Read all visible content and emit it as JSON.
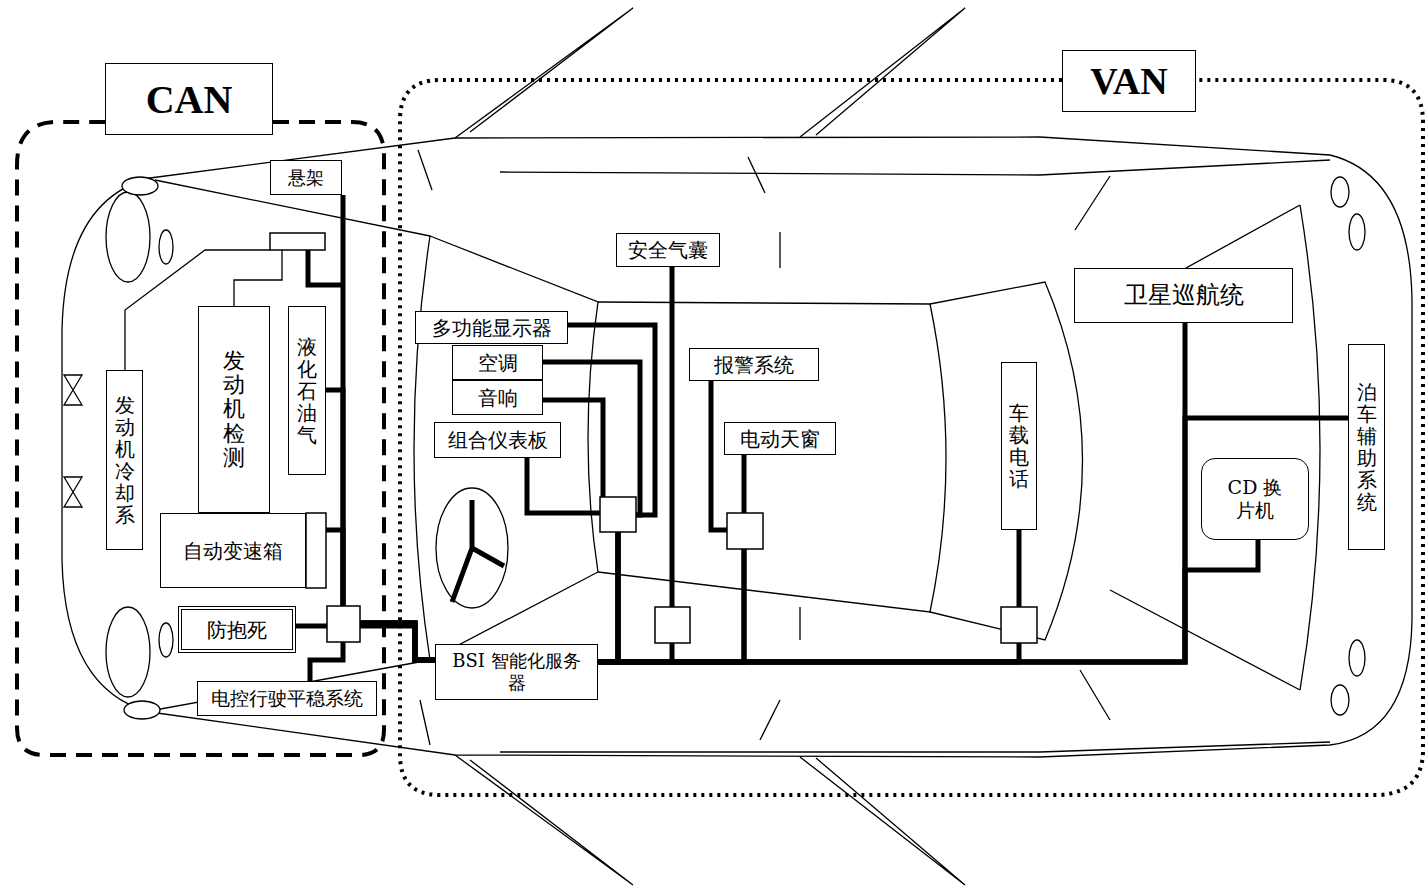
{
  "diagram": {
    "nodes": [
      {
        "text": [
          "CAN"
        ]
      },
      {
        "text": [
          "悬架"
        ],
        "in": 0
      },
      {
        "text": [
          "发动机冷却系"
        ],
        "in": 0
      },
      {
        "text": [
          "发动机检测"
        ],
        "in": 0
      },
      {
        "text": [
          "液化石油气"
        ],
        "in": 0
      },
      {
        "text": [
          "自动变速箱"
        ],
        "in": 0
      },
      {
        "text": [
          "防抱死"
        ],
        "in": 0
      },
      {
        "text": [
          "电控行驶平稳系统"
        ],
        "in": 0
      },
      {
        "text": [
          "VAN"
        ]
      },
      {
        "text": [
          "安全气囊"
        ],
        "in": 8
      },
      {
        "text": [
          "卫星巡航统"
        ],
        "in": 8
      },
      {
        "text": [
          "多功能显示器"
        ],
        "in": 8
      },
      {
        "text": [
          "空调"
        ],
        "in": 8
      },
      {
        "text": [
          "报警系统"
        ],
        "in": 8
      },
      {
        "text": [
          "音响"
        ],
        "in": 8
      },
      {
        "text": [
          "泊车辅助系统"
        ],
        "in": 8
      },
      {
        "text": [
          "组合仪表板"
        ],
        "in": 8
      },
      {
        "text": [
          "电动天窗"
        ],
        "in": 8
      },
      {
        "text": [
          "车载电话"
        ],
        "in": 8
      },
      {
        "text": [
          "CD 换片机"
        ],
        "in": 8
      },
      {
        "text": [
          "BSI 智能化服务器"
        ],
        "in": 8
      }
    ],
    "edges": [
      {
        "from": 1,
        "to": 20,
        "arrow": "none"
      },
      {
        "from": 4,
        "to": 20,
        "arrow": "none"
      },
      {
        "from": 5,
        "to": 20,
        "arrow": "none"
      },
      {
        "from": 6,
        "to": 20,
        "arrow": "none"
      },
      {
        "from": 7,
        "to": 20,
        "arrow": "none"
      },
      {
        "from": 9,
        "to": 20,
        "arrow": "none"
      },
      {
        "from": 10,
        "to": 20,
        "arrow": "none"
      },
      {
        "from": 11,
        "to": 20,
        "arrow": "none"
      },
      {
        "from": 12,
        "to": 20,
        "arrow": "none"
      },
      {
        "from": 13,
        "to": 20,
        "arrow": "none"
      },
      {
        "from": 14,
        "to": 20,
        "arrow": "none"
      },
      {
        "from": 15,
        "to": 20,
        "arrow": "none"
      },
      {
        "from": 16,
        "to": 20,
        "arrow": "none"
      },
      {
        "from": 17,
        "to": 20,
        "arrow": "none"
      },
      {
        "from": 18,
        "to": 20,
        "arrow": "none"
      },
      {
        "from": 19,
        "to": 20,
        "arrow": "none"
      }
    ]
  }
}
